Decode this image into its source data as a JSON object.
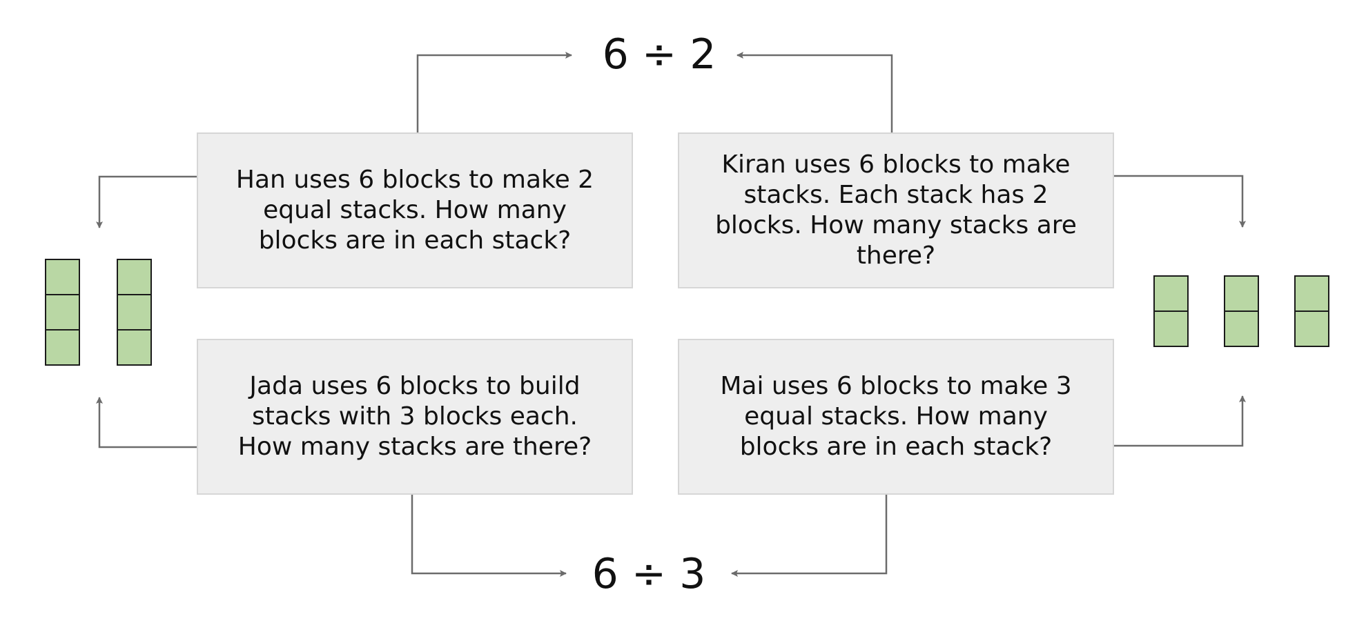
{
  "expressions": {
    "top": "6 ÷ 2",
    "bottom": "6 ÷ 3"
  },
  "problems": {
    "han": "Han uses 6 blocks to make 2 equal stacks. How many blocks are in each stack?",
    "kiran": "Kiran uses 6 blocks to make stacks. Each stack has 2 blocks. How many stacks are there?",
    "jada": "Jada uses 6 blocks to build stacks with 3 blocks each. How many stacks are there?",
    "mai": "Mai uses 6 blocks to make 3 equal stacks. How many blocks are in each stack?"
  },
  "block_models": {
    "left": {
      "stacks": 2,
      "blocks_per_stack": 3
    },
    "right": {
      "stacks": 3,
      "blocks_per_stack": 2
    }
  },
  "colors": {
    "block_fill": "#b9d7a4",
    "block_outline": "#1a1a1a",
    "box_fill": "#eeeeee",
    "box_border": "#d6d6d6",
    "arrow": "#6b6b6b"
  }
}
